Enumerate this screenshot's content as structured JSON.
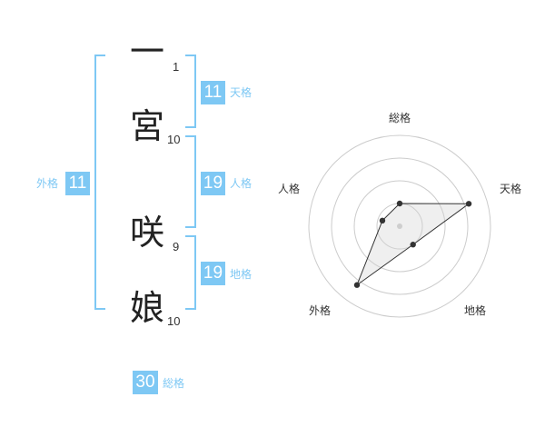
{
  "name": {
    "chars": [
      {
        "char": "一",
        "strokes": "1"
      },
      {
        "char": "宮",
        "strokes": "10"
      },
      {
        "char": "咲",
        "strokes": "9"
      },
      {
        "char": "娘",
        "strokes": "10"
      }
    ]
  },
  "fortunes": {
    "ten": {
      "value": "11",
      "label": "天格"
    },
    "jin": {
      "value": "19",
      "label": "人格"
    },
    "chi": {
      "value": "19",
      "label": "地格"
    },
    "gai": {
      "value": "11",
      "label": "外格"
    },
    "sou": {
      "value": "30",
      "label": "総格"
    }
  },
  "colors": {
    "accent": "#7ec8f4",
    "text": "#222222",
    "radar_line": "#333333"
  },
  "chart_data": {
    "type": "radar",
    "axes": [
      "総格",
      "天格",
      "地格",
      "外格",
      "人格"
    ],
    "values": [
      0.25,
      0.8,
      0.25,
      0.8,
      0.2
    ],
    "max": 1,
    "rings": 4
  }
}
